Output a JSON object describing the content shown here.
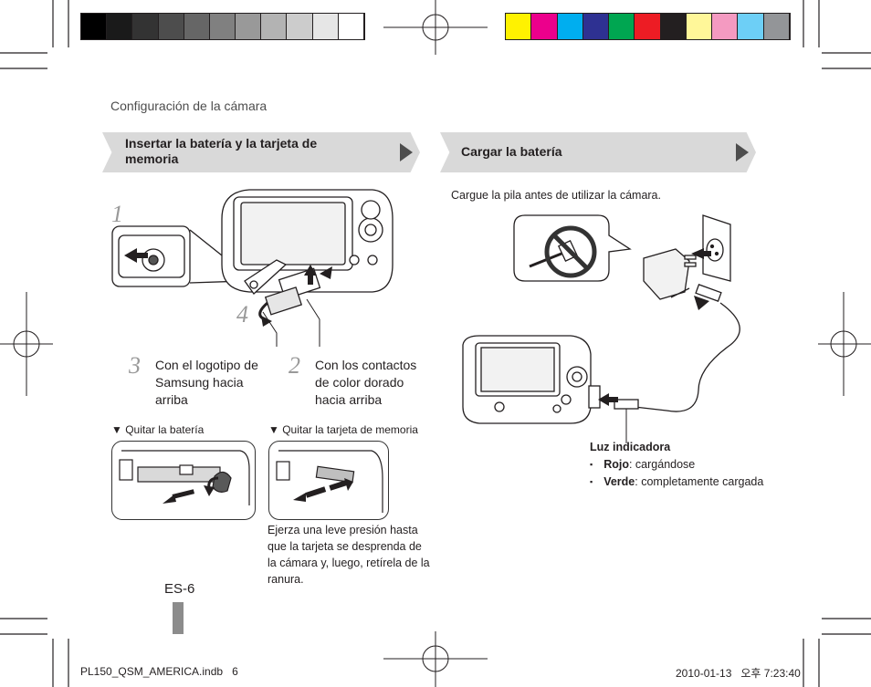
{
  "print_marks": {
    "gray_swatches": [
      "#000000",
      "#1a1a1a",
      "#333333",
      "#4d4d4d",
      "#666666",
      "#808080",
      "#999999",
      "#b3b3b3",
      "#cccccc",
      "#e6e6e6",
      "#ffffff"
    ],
    "color_swatches": [
      "#fff200",
      "#ec008c",
      "#00aeef",
      "#2e3192",
      "#00a651",
      "#ed1c24",
      "#231f20",
      "#fff799",
      "#f49ac1",
      "#6dcff6",
      "#939598"
    ]
  },
  "page": {
    "section_title": "Configuración de la cámara",
    "page_number": "ES-6",
    "footer_left": "PL150_QSM_AMERICA.indb   6",
    "footer_right": "2010-01-13   오후 7:23:40"
  },
  "left": {
    "header": "Insertar la batería y la tarjeta de memoria",
    "step1": "1",
    "step4": "4",
    "step3_num": "3",
    "step3_text": "Con el logotipo de Samsung hacia arriba",
    "step2_num": "2",
    "step2_text": "Con los contactos de color dorado hacia arriba",
    "remove_battery": "▼ Quitar la batería",
    "remove_card": "▼ Quitar la tarjeta de memoria",
    "card_note": "Ejerza una leve presión hasta que la tarjeta se desprenda de la cámara y, luego, retírela de la ranura."
  },
  "right": {
    "header": "Cargar la batería",
    "intro": "Cargue la pila antes de utilizar la cámara.",
    "indicator_title": "Luz indicadora",
    "items": [
      {
        "label": "Rojo",
        "desc": ": cargándose"
      },
      {
        "label": "Verde",
        "desc": ": completamente cargada"
      }
    ]
  },
  "colors": {
    "header_bg": "#d9d9d9",
    "page_tab": "#8c8c8c",
    "step_number": "#999999",
    "prohibit_red": "#333333"
  }
}
